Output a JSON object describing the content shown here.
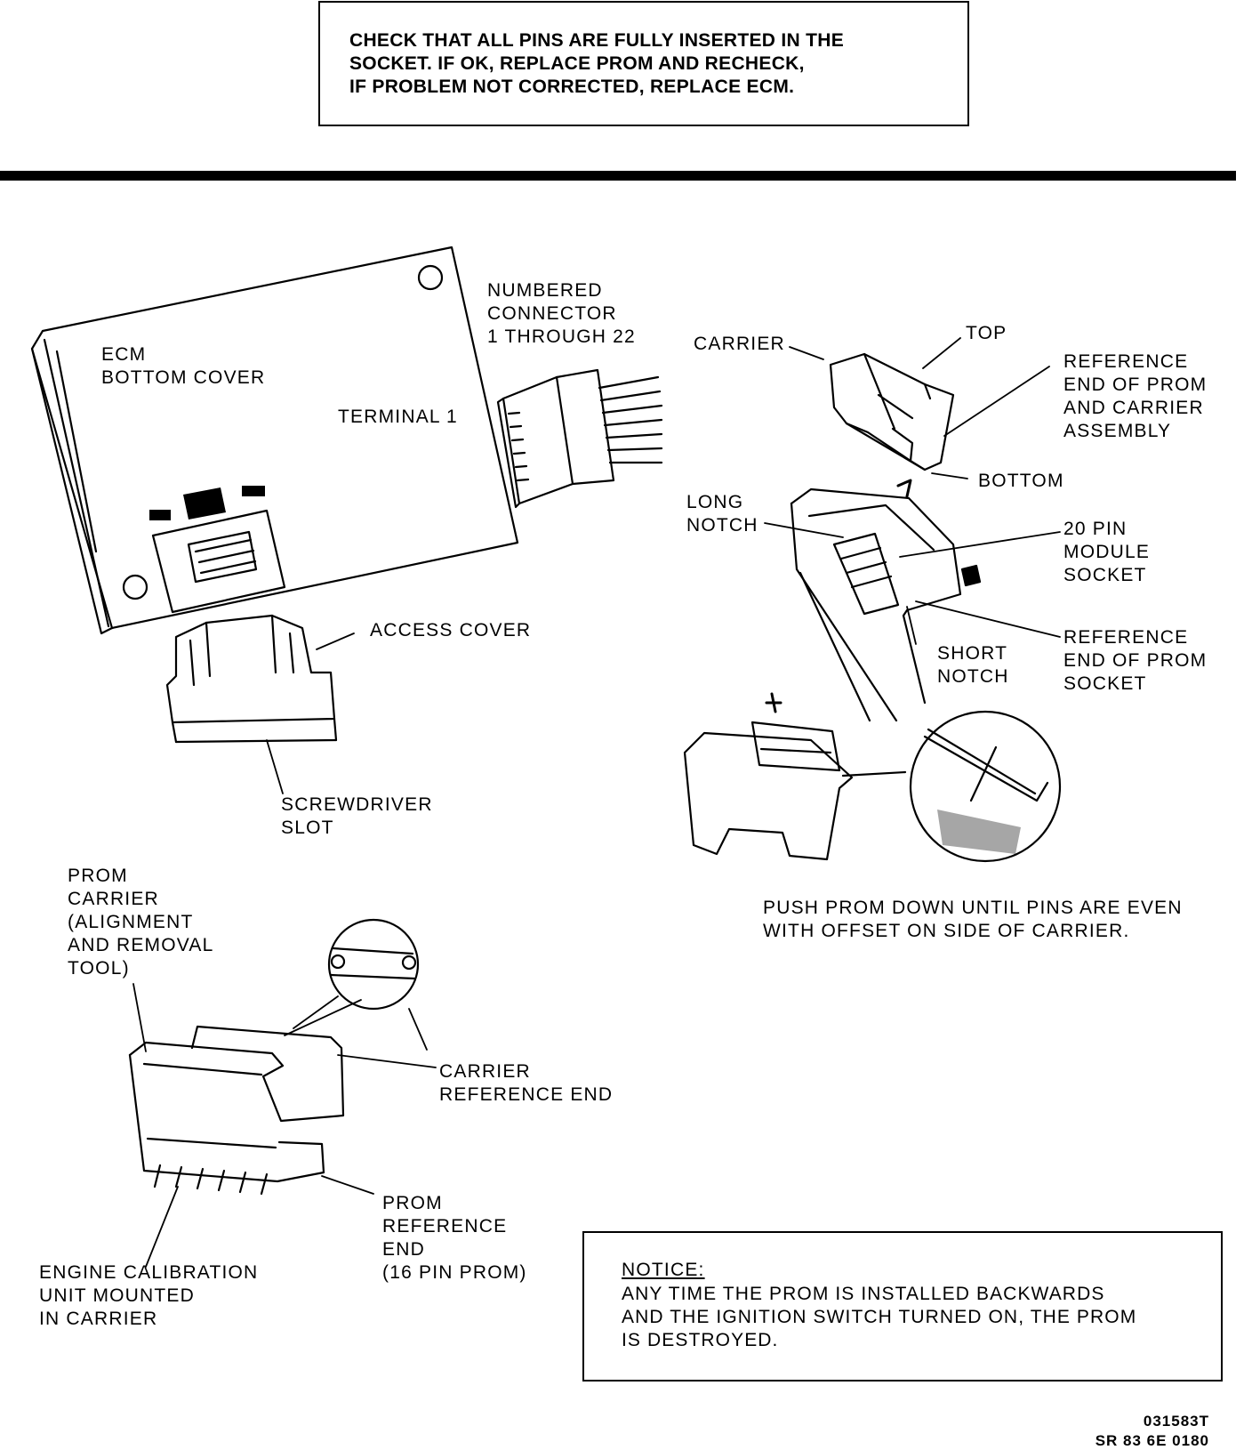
{
  "instruction_box": {
    "lines": [
      "CHECK THAT ALL PINS ARE FULLY INSERTED IN THE",
      "SOCKET. IF OK, REPLACE PROM AND RECHECK,",
      "IF PROBLEM NOT CORRECTED, REPLACE ECM."
    ]
  },
  "labels": {
    "ecm_cover": [
      "ECM",
      "BOTTOM COVER"
    ],
    "numbered_connector": [
      "NUMBERED",
      "CONNECTOR",
      "1 THROUGH 22"
    ],
    "terminal": "TERMINAL 1",
    "access_cover": "ACCESS COVER",
    "screwdriver_slot": [
      "SCREWDRIVER",
      "SLOT"
    ],
    "carrier": "CARRIER",
    "top": "TOP",
    "reference_end_prom_carrier": [
      "REFERENCE",
      "END OF PROM",
      "AND CARRIER",
      "ASSEMBLY"
    ],
    "bottom": "BOTTOM",
    "long_notch": [
      "LONG",
      "NOTCH"
    ],
    "pin_socket": [
      "20 PIN",
      "MODULE",
      "SOCKET"
    ],
    "short_notch": [
      "SHORT",
      "NOTCH"
    ],
    "reference_end_prom_socket": [
      "REFERENCE",
      "END OF PROM",
      "SOCKET"
    ],
    "push_prom": [
      "PUSH PROM DOWN UNTIL PINS ARE EVEN",
      "WITH OFFSET ON SIDE OF CARRIER."
    ],
    "prom_carrier_tool": [
      "PROM",
      "CARRIER",
      "(ALIGNMENT",
      "AND REMOVAL",
      "TOOL)"
    ],
    "carrier_reference_end": [
      "CARRIER",
      "REFERENCE END"
    ],
    "prom_reference_end": [
      "PROM",
      "REFERENCE",
      "END",
      "(16 PIN PROM)"
    ],
    "engine_calibration": [
      "ENGINE CALIBRATION",
      "UNIT MOUNTED",
      "IN CARRIER"
    ]
  },
  "notice": {
    "title": "NOTICE:",
    "lines": [
      "ANY TIME THE PROM IS INSTALLED BACKWARDS",
      "AND THE IGNITION SWITCH TURNED ON, THE PROM",
      "IS DESTROYED."
    ]
  },
  "figure_codes": [
    "031583T",
    "SR 83 6E 0180"
  ]
}
